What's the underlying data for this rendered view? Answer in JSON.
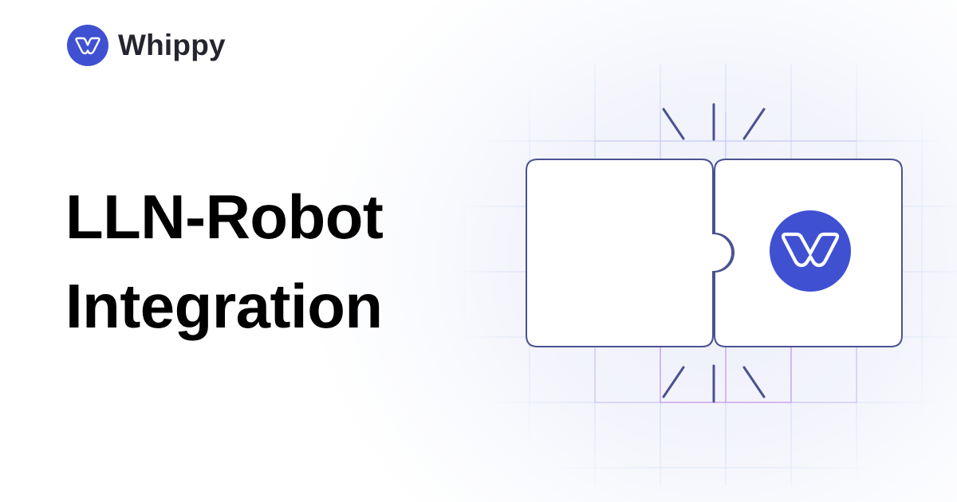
{
  "brand": {
    "name": "Whippy",
    "logo_icon": "whippy-w-logo-icon",
    "accent_color": "#3f51d1",
    "text_color": "#25252f"
  },
  "headline": {
    "line1": "LLN-Robot",
    "line2": "Integration"
  },
  "illustration": {
    "description": "Two puzzle pieces snapping together with spark rays above and below",
    "left_piece": {
      "icon": null
    },
    "right_piece": {
      "icon": "whippy-w-logo-icon"
    },
    "outline_color": "#4a5290",
    "grid_color": "#c9d6f2",
    "highlight_grid_color": "#b77ee6"
  }
}
